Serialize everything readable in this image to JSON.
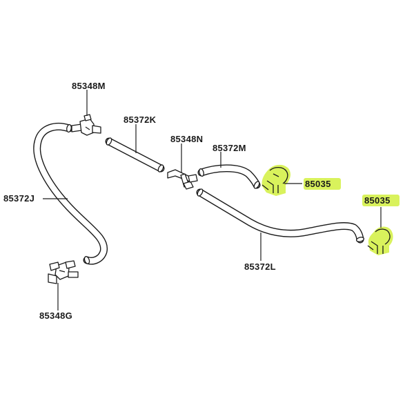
{
  "labels": {
    "l_85348M": "85348M",
    "l_85372K": "85372K",
    "l_85348N": "85348N",
    "l_85372M": "85372M",
    "l_85035_top": "85035",
    "l_85035_right": "85035",
    "l_85372J": "85372J",
    "l_85372L": "85372L",
    "l_85348G": "85348G"
  },
  "colors": {
    "highlight": "#d9f25c",
    "line": "#1a1a1a",
    "background": "#ffffff"
  }
}
